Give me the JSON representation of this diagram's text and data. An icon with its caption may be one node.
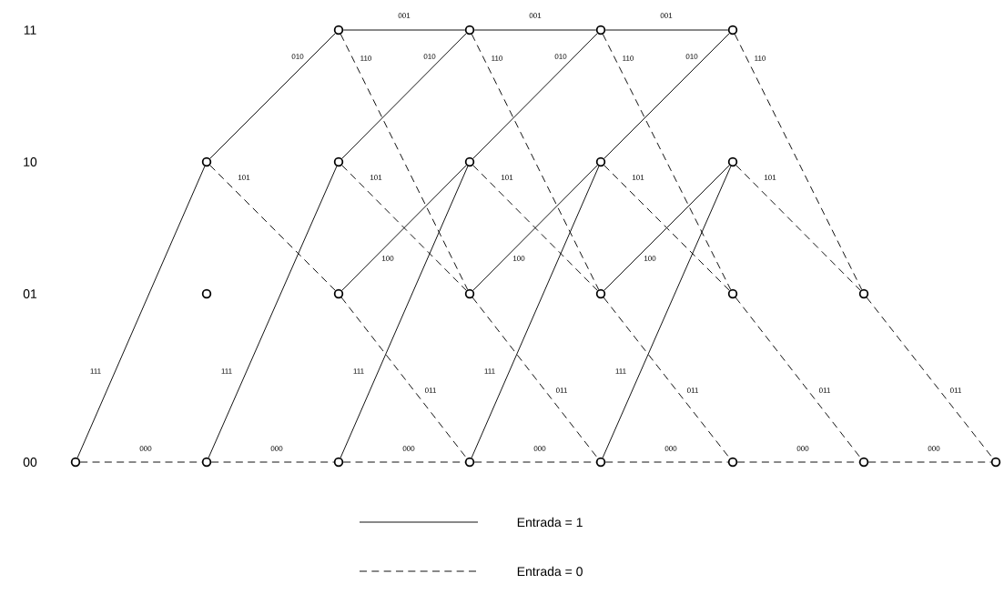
{
  "diagram": {
    "nodes": [
      {
        "text": [],
        "shape": "circle"
      },
      {
        "text": [],
        "shape": "circle"
      },
      {
        "text": [],
        "shape": "circle"
      },
      {
        "text": [],
        "shape": "circle"
      },
      {
        "text": [],
        "shape": "circle"
      },
      {
        "text": [],
        "shape": "circle"
      },
      {
        "text": [],
        "shape": "circle"
      },
      {
        "text": [],
        "shape": "circle"
      },
      {
        "text": [],
        "shape": "circle"
      },
      {
        "text": [],
        "shape": "circle"
      },
      {
        "text": [],
        "shape": "circle"
      },
      {
        "text": [],
        "shape": "circle"
      },
      {
        "text": [],
        "shape": "circle"
      },
      {
        "text": [],
        "shape": "circle"
      },
      {
        "text": [],
        "shape": "circle"
      },
      {
        "text": [],
        "shape": "circle"
      },
      {
        "text": [],
        "shape": "circle"
      },
      {
        "text": [],
        "shape": "circle"
      },
      {
        "text": [],
        "shape": "circle"
      },
      {
        "text": [],
        "shape": "circle"
      },
      {
        "text": [],
        "shape": "circle"
      },
      {
        "text": [],
        "shape": "circle"
      },
      {
        "text": [],
        "shape": "circle"
      }
    ],
    "edges": [
      {
        "from": 4,
        "to": 8,
        "arrow": "none",
        "label": "001"
      },
      {
        "from": 8,
        "to": 12,
        "arrow": "none",
        "label": "001"
      },
      {
        "from": 12,
        "to": 16,
        "arrow": "none",
        "label": "001"
      },
      {
        "from": 1,
        "to": 4,
        "arrow": "none",
        "label": "010"
      },
      {
        "from": 5,
        "to": 8,
        "arrow": "none",
        "label": "010"
      },
      {
        "from": 9,
        "to": 12,
        "arrow": "none",
        "label": "010"
      },
      {
        "from": 13,
        "to": 16,
        "arrow": "none",
        "label": "010"
      },
      {
        "from": 4,
        "to": 10,
        "arrow": "none",
        "label": "110",
        "style": "dashed"
      },
      {
        "from": 8,
        "to": 14,
        "arrow": "none",
        "label": "110",
        "style": "dashed"
      },
      {
        "from": 12,
        "to": 18,
        "arrow": "none",
        "label": "110",
        "style": "dashed"
      },
      {
        "from": 16,
        "to": 20,
        "arrow": "none",
        "label": "110",
        "style": "dashed"
      },
      {
        "from": 1,
        "to": 6,
        "arrow": "none",
        "label": "101",
        "style": "dashed"
      },
      {
        "from": 5,
        "to": 10,
        "arrow": "none",
        "label": "101",
        "style": "dashed"
      },
      {
        "from": 9,
        "to": 14,
        "arrow": "none",
        "label": "101",
        "style": "dashed"
      },
      {
        "from": 13,
        "to": 18,
        "arrow": "none",
        "label": "101",
        "style": "dashed"
      },
      {
        "from": 17,
        "to": 20,
        "arrow": "none",
        "label": "101",
        "style": "dashed"
      },
      {
        "from": 6,
        "to": 9,
        "arrow": "none",
        "label": "100"
      },
      {
        "from": 10,
        "to": 13,
        "arrow": "none",
        "label": "100"
      },
      {
        "from": 14,
        "to": 17,
        "arrow": "none",
        "label": "100"
      },
      {
        "from": 0,
        "to": 1,
        "arrow": "none",
        "label": "111"
      },
      {
        "from": 3,
        "to": 5,
        "arrow": "none",
        "label": "111"
      },
      {
        "from": 7,
        "to": 9,
        "arrow": "none",
        "label": "111"
      },
      {
        "from": 11,
        "to": 13,
        "arrow": "none",
        "label": "111"
      },
      {
        "from": 15,
        "to": 17,
        "arrow": "none",
        "label": "111"
      },
      {
        "from": 6,
        "to": 11,
        "arrow": "none",
        "label": "011",
        "style": "dashed"
      },
      {
        "from": 10,
        "to": 15,
        "arrow": "none",
        "label": "011",
        "style": "dashed"
      },
      {
        "from": 14,
        "to": 19,
        "arrow": "none",
        "label": "011",
        "style": "dashed"
      },
      {
        "from": 18,
        "to": 21,
        "arrow": "none",
        "label": "011",
        "style": "dashed"
      },
      {
        "from": 20,
        "to": 22,
        "arrow": "none",
        "label": "011",
        "style": "dashed"
      },
      {
        "from": 0,
        "to": 3,
        "arrow": "none",
        "label": "000",
        "style": "dashed"
      },
      {
        "from": 3,
        "to": 7,
        "arrow": "none",
        "label": "000",
        "style": "dashed"
      },
      {
        "from": 7,
        "to": 11,
        "arrow": "none",
        "label": "000",
        "style": "dashed"
      },
      {
        "from": 11,
        "to": 15,
        "arrow": "none",
        "label": "000",
        "style": "dashed"
      },
      {
        "from": 15,
        "to": 19,
        "arrow": "none",
        "label": "000",
        "style": "dashed"
      },
      {
        "from": 19,
        "to": 21,
        "arrow": "none",
        "label": "000",
        "style": "dashed"
      },
      {
        "from": 21,
        "to": 22,
        "arrow": "none",
        "label": "000",
        "style": "dashed"
      }
    ],
    "labels": [
      "11",
      "10",
      "01",
      "00"
    ],
    "legend": [
      {
        "text": "Entrada = 1"
      },
      {
        "text": "Entrada = 0"
      }
    ]
  }
}
